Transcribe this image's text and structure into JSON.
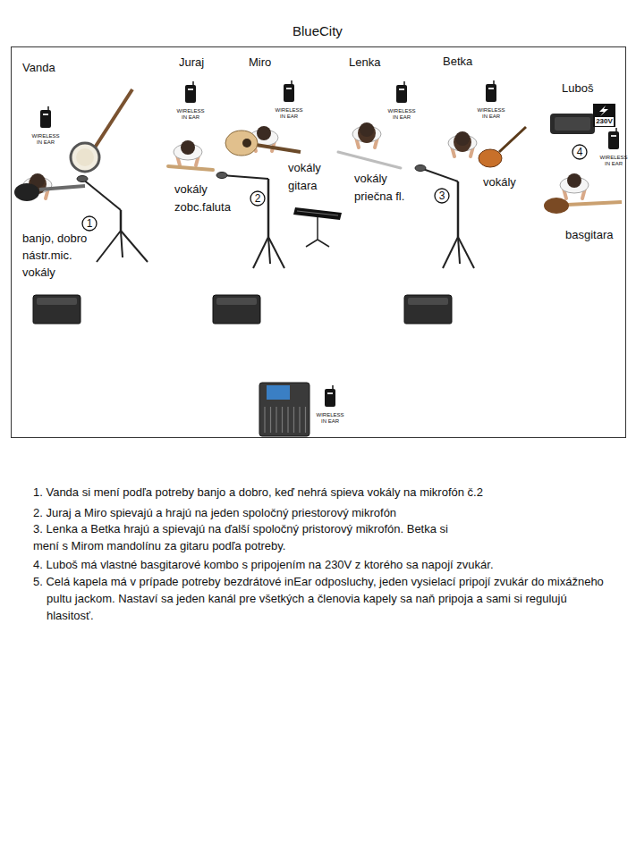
{
  "diagram": {
    "title": "BlueCity",
    "nodes": [
      {
        "text": [
          "1"
        ]
      },
      {
        "text": [
          "2"
        ]
      },
      {
        "text": [
          "3"
        ]
      },
      {
        "text": [
          "4"
        ]
      }
    ],
    "labels": [
      "Vanda",
      "Juraj",
      "Miro",
      "Lenka",
      "Betka",
      "Luboš",
      "WIRELESS IN EAR",
      "WIRELESS IN EAR",
      "WIRELESS IN EAR",
      "WIRELESS IN EAR",
      "WIRELESS IN EAR",
      "230V",
      "WIRELESS IN EAR",
      "banjo, dobro nástr.mic. vokály",
      "vokály zobc.faluta",
      "vokály gitara",
      "vokály priečna fl.",
      "vokály",
      "basgitara",
      "WIRELESS IN EAR",
      "1. Vanda si mení podľa potreby banjo a dobro, keď nehrá spieva vokály na mikrofón č.2",
      "2. Juraj a Miro spievajú a hrajú na jeden spoločný priestorový mikrofón",
      "3. Lenka a Betka hrajú a spievajú na ďalší spoločný pristorový mikrofón. Betka si mení s Mirom mandolínu za gitaru podľa potreby.",
      "4. Luboš má vlastné basgitarové kombo s pripojením na 230V z ktorého sa napojí zvukár.",
      "5. Celá kapela má v prípade potreby bezdrátové inEar odposluchy, jeden vysielací pripojí zvukár do mixážneho pultu jackom. Nastaví sa jeden kanál pre všetkých a členovia kapely sa naň pripoja a sami si regulujú hlasitosť."
    ]
  }
}
